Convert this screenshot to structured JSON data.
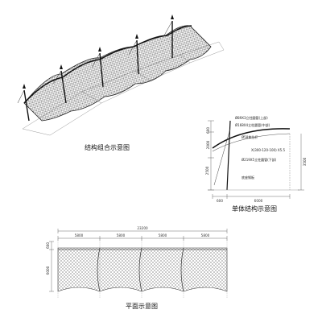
{
  "captions": {
    "combined": "结构组合示意图",
    "single": "单体结构示意图",
    "plan": "平面示意图"
  },
  "single_unit": {
    "notes": [
      "Ø89X3立柱圆管(上部)",
      "Ø168X4立柱圆管(中部)",
      "Ø58拿拉杆",
      "X(300-120-100) X5.5",
      "Ø219X5立柱圆管(下部)",
      "底座钢板"
    ],
    "dims": {
      "h_top": "600",
      "h_mid": "2000",
      "h_low": "2500",
      "h_total": "3500",
      "w_left": "600",
      "w_main": "6000"
    }
  },
  "plan_view": {
    "total_width": "23200",
    "bays": [
      "5800",
      "5800",
      "5800",
      "5800"
    ],
    "depth_top": "600",
    "depth_main": "6000"
  },
  "colors": {
    "line": "#222222",
    "membrane": "#555555",
    "ground": "#999999"
  }
}
